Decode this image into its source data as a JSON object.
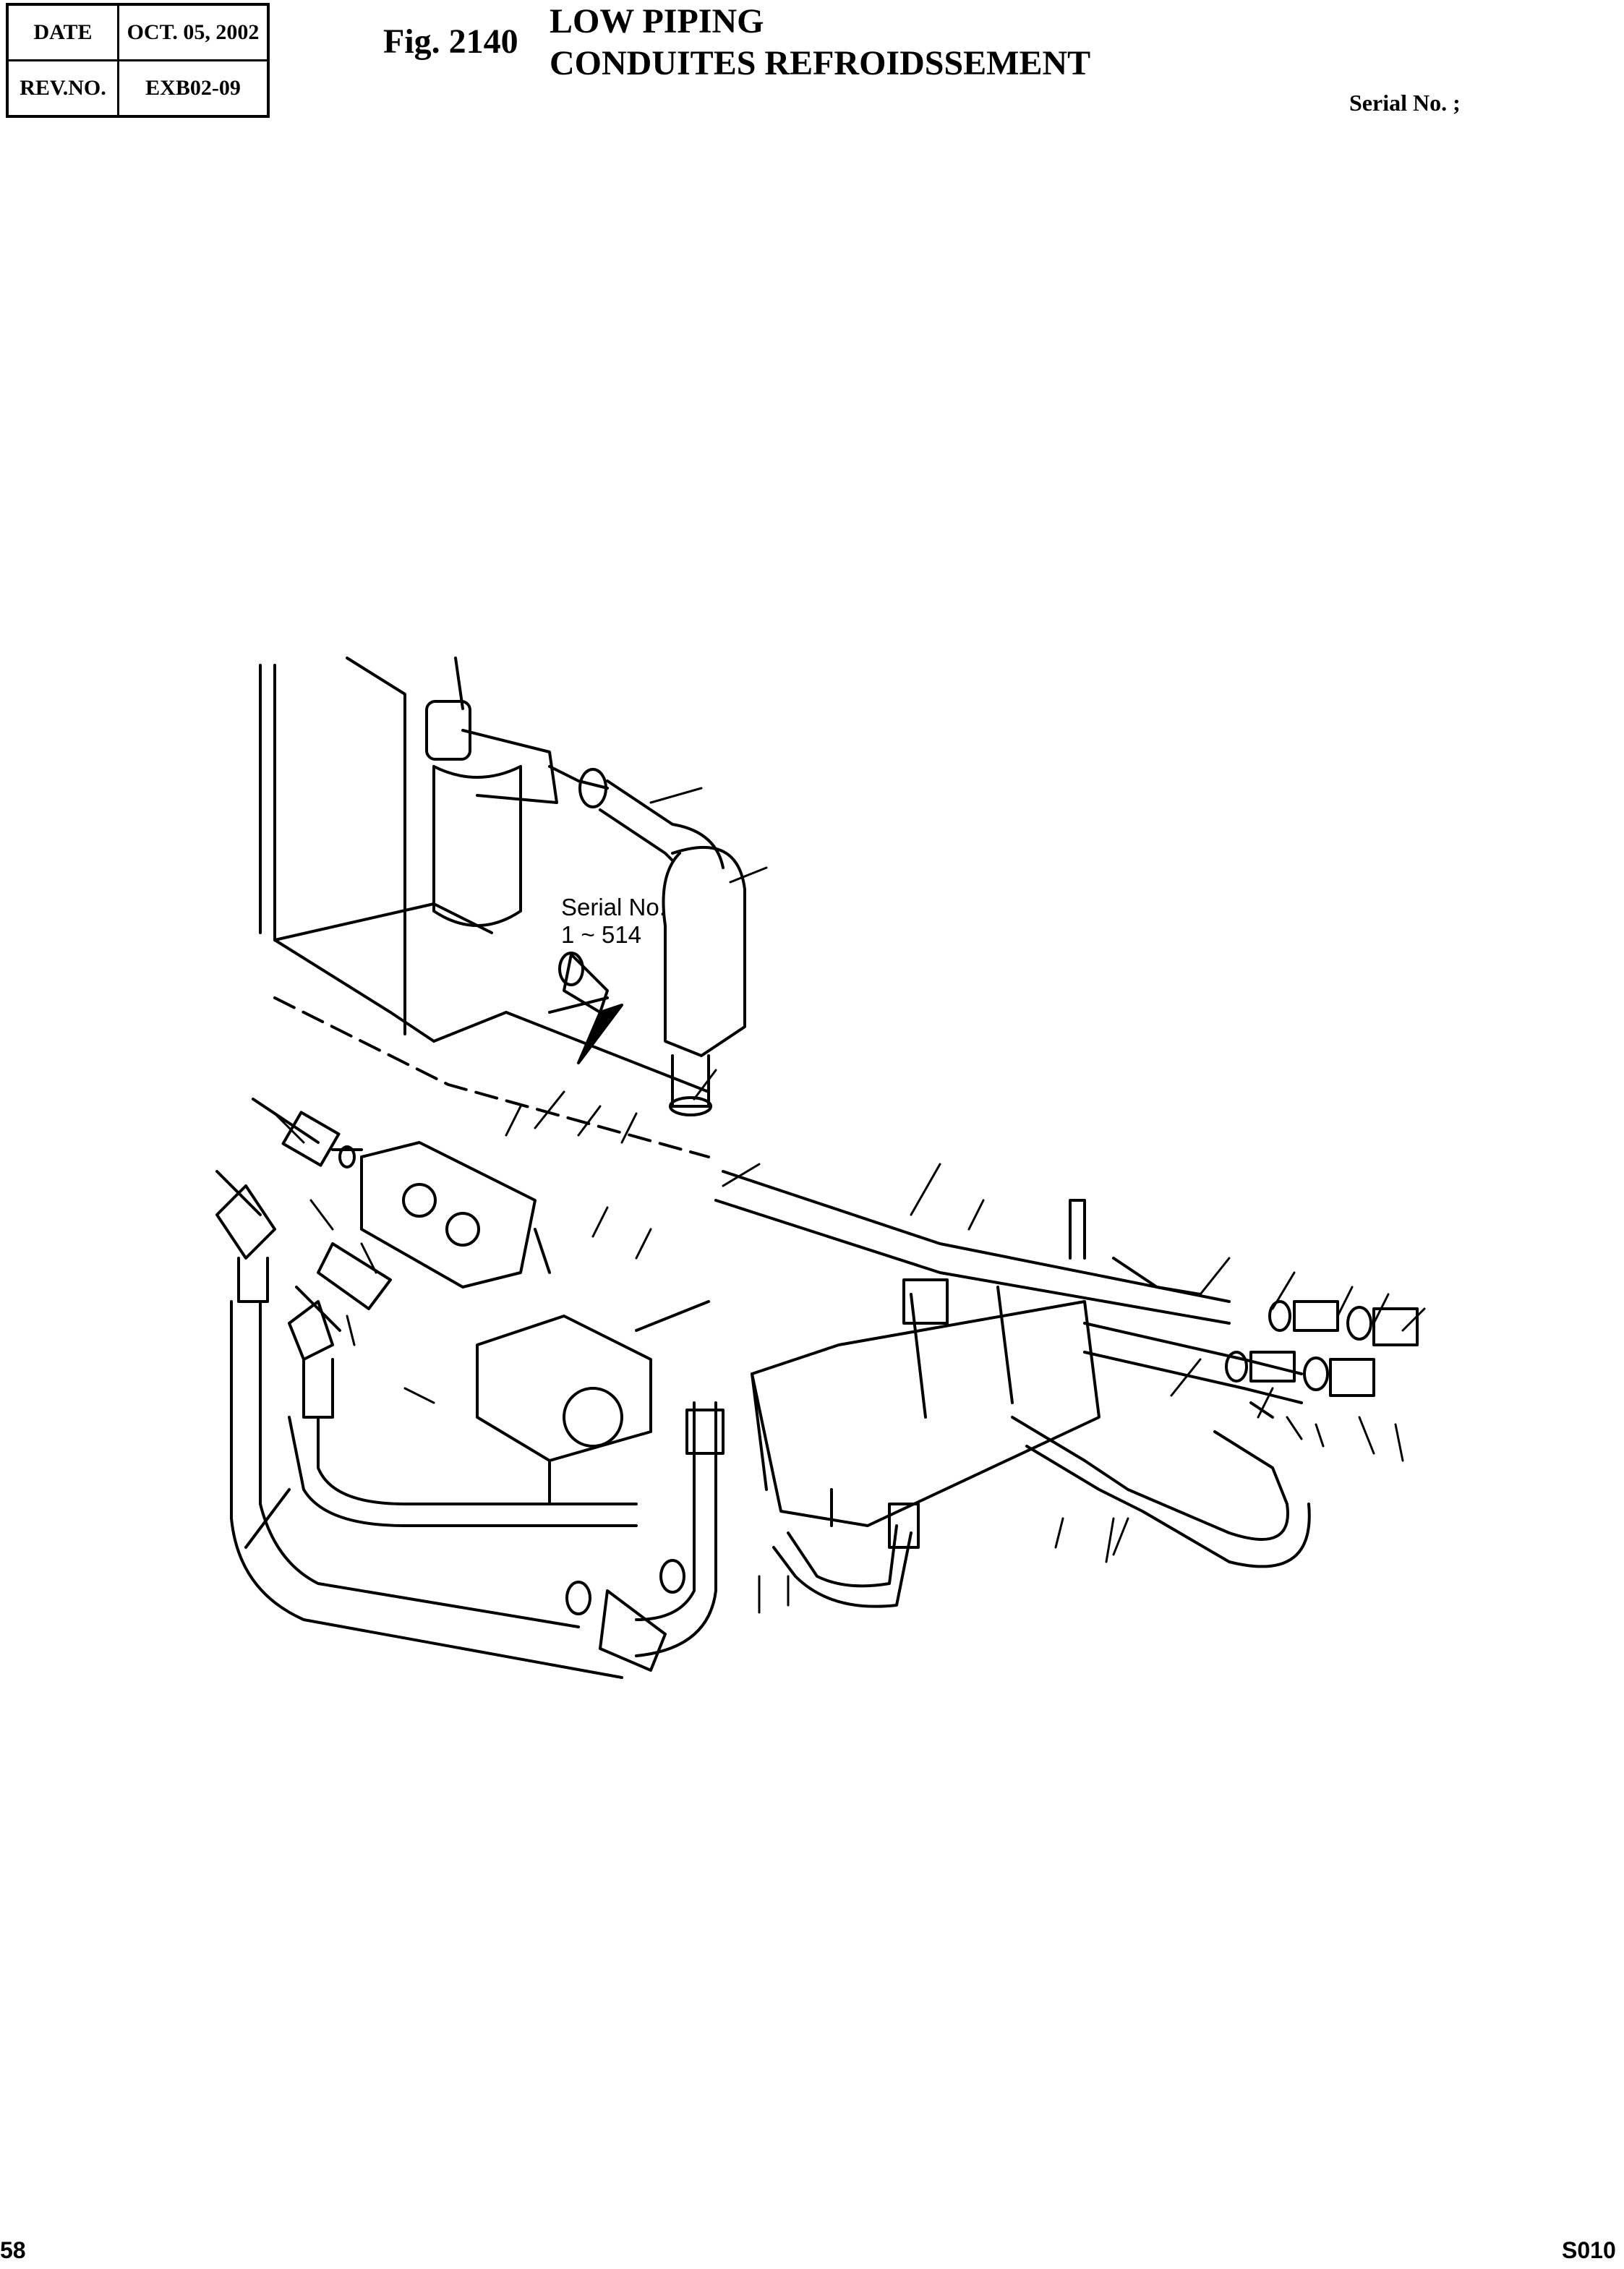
{
  "header": {
    "date_label": "DATE",
    "date_value": "OCT. 05, 2002",
    "rev_label": "REV.NO.",
    "rev_value": "EXB02-09"
  },
  "figure": {
    "number": "Fig. 2140",
    "title_en": "LOW PIPING",
    "title_fr": "CONDUITES REFROIDSSEMENT",
    "serial": "Serial No. ;"
  },
  "diagram": {
    "note_line1": "Serial No.",
    "note_line2": "1 ~ 514"
  },
  "footer": {
    "page": "58",
    "code": "S010"
  }
}
